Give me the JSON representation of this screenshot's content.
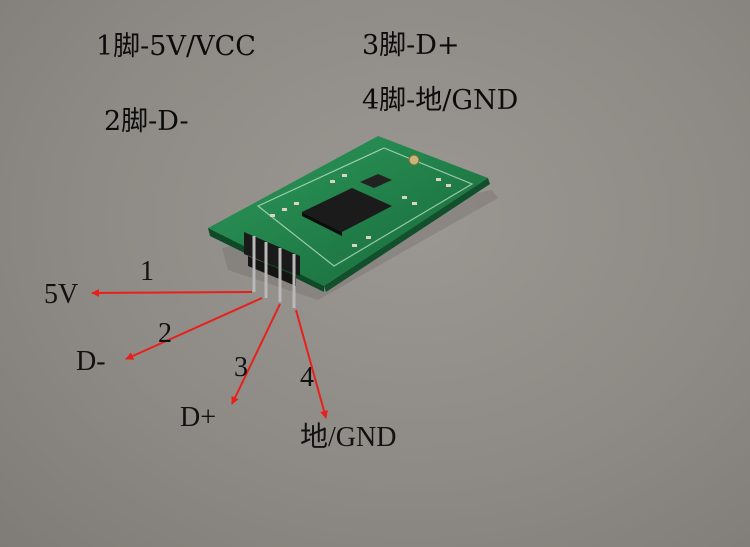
{
  "pin_legend": {
    "pin1": "1脚-5V/VCC",
    "pin2": "2脚-D-",
    "pin3": "3脚-D+",
    "pin4": "4脚-地/GND"
  },
  "pin_numbers": [
    "1",
    "2",
    "3",
    "4"
  ],
  "arrow_labels": {
    "pin1": "5V",
    "pin2": "D-",
    "pin3": "D+",
    "pin4": "地/GND"
  },
  "colors": {
    "arrow": "#e8201c",
    "pcb": "#1f7a45",
    "background": "#8e8a85"
  }
}
